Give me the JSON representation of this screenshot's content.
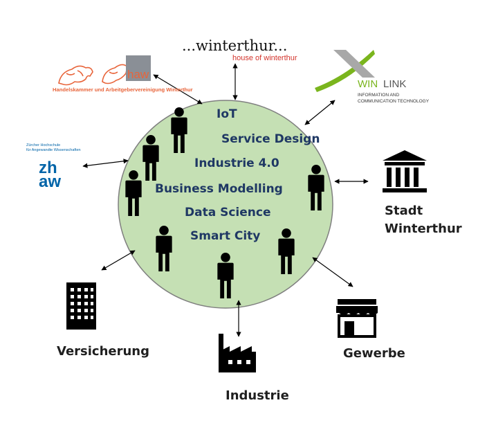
{
  "topics": [
    "IoT",
    "Service Design",
    "Industrie 4.0",
    "Business Modelling",
    "Data Science",
    "Smart City"
  ],
  "partners": {
    "haw": {
      "logo_text": "haw",
      "caption": "Handelskammer und Arbeitgebervereinigung Winterthur"
    },
    "winterthur": {
      "logo_text": "...winterthur...",
      "tagline": "house of winterthur"
    },
    "winlink": {
      "logo_text_win": "WIN",
      "logo_text_link": "LINK",
      "subtitle_line1": "INFORMATION AND",
      "subtitle_line2": "COMMUNICATION TECHNOLOGY"
    },
    "zhaw": {
      "caption_line1": "Zürcher Hochschule",
      "caption_line2": "für Angewandte Wissenschaften",
      "logo_line1": "zh",
      "logo_line2": "aw"
    },
    "stadt": {
      "label_line1": "Stadt",
      "label_line2": "Winterthur"
    },
    "versicherung": {
      "label": "Versicherung"
    },
    "industrie": {
      "label": "Industrie"
    },
    "gewerbe": {
      "label": "Gewerbe"
    }
  },
  "colors": {
    "circle_fill": "#c5e0b4",
    "circle_stroke": "#7f7f7f",
    "topic_text": "#1f3864",
    "haw_orange": "#e8643a",
    "haw_gray": "#8a8f96",
    "winterthur_red": "#d3342c",
    "winlink_green": "#7ab51d",
    "zhaw_blue": "#0064a8"
  },
  "icons": [
    "person-icon",
    "building-icon",
    "factory-icon",
    "shop-icon",
    "town-hall-icon",
    "lion-icon"
  ]
}
